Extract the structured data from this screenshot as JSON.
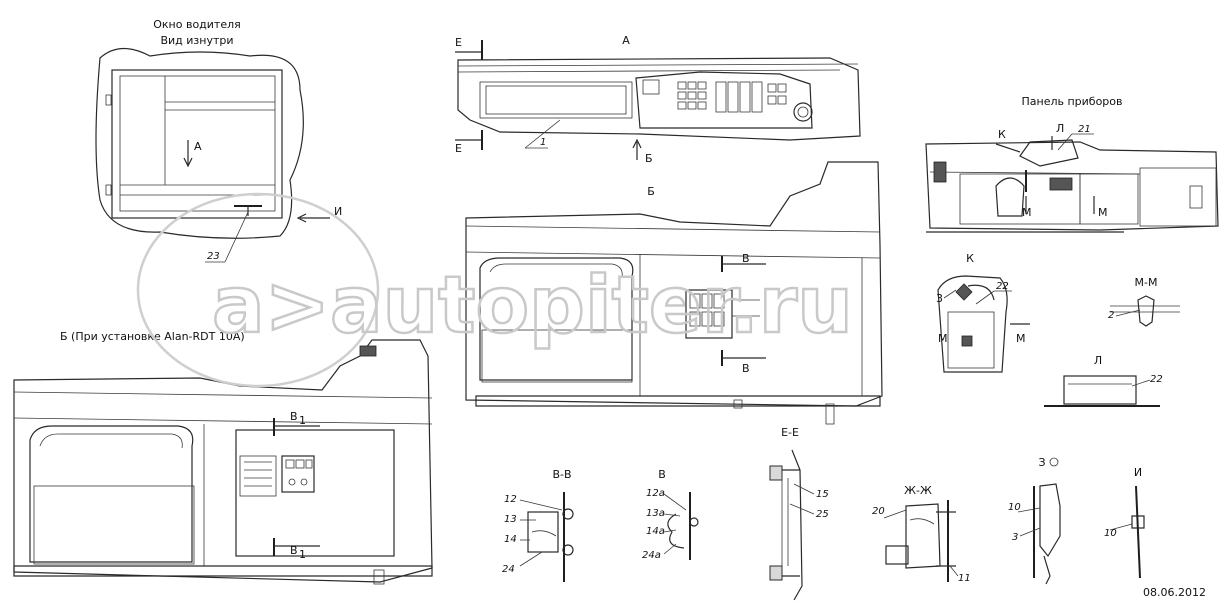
{
  "labels": {
    "window_title_1": "Окно водителя",
    "window_title_2": "Вид изнутри",
    "view_A_top": "А",
    "view_A_arrow": "А",
    "view_E1": "Е",
    "view_E2": "Е",
    "view_B_top": "Б",
    "view_B_arrow": "Б",
    "view_I_arrow": "И",
    "panel_title": "Панель приборов",
    "panel_K": "К",
    "panel_L": "Л",
    "panel_M1": "М",
    "panel_M2": "М",
    "view_K": "К",
    "view_K_3": "3",
    "view_K_M1": "М",
    "view_K_M2": "М",
    "view_B_alt": "Б (При установке Alan-RDT 10A)",
    "view_V1": "В",
    "view_V2": "В",
    "view_V1_alt": "В",
    "view_V2_alt": "В",
    "sec_MM": "М-М",
    "sec_L": "Л",
    "sec_VV": "В-В",
    "sec_V1V1": "В",
    "sec_EE": "Е-Е",
    "sec_ZhZh": "Ж-Ж",
    "sec_Z": "З",
    "sec_I": "И",
    "date": "08.06.2012"
  },
  "callouts": {
    "c1": "1",
    "c21": "21",
    "c22a": "22",
    "c2": "2",
    "c22b": "22",
    "c23": "23",
    "c12": "12",
    "c13": "13",
    "c14": "14",
    "c24": "24",
    "c12a": "12а",
    "c13a": "13а",
    "c14a": "14а",
    "c24a": "24а",
    "c15": "15",
    "c25": "25",
    "c20": "20",
    "c11": "11",
    "c10a": "10",
    "c3": "3",
    "c10b": "10"
  },
  "subscripts": {
    "one": "1"
  },
  "watermark": "a>autopiter.ru"
}
